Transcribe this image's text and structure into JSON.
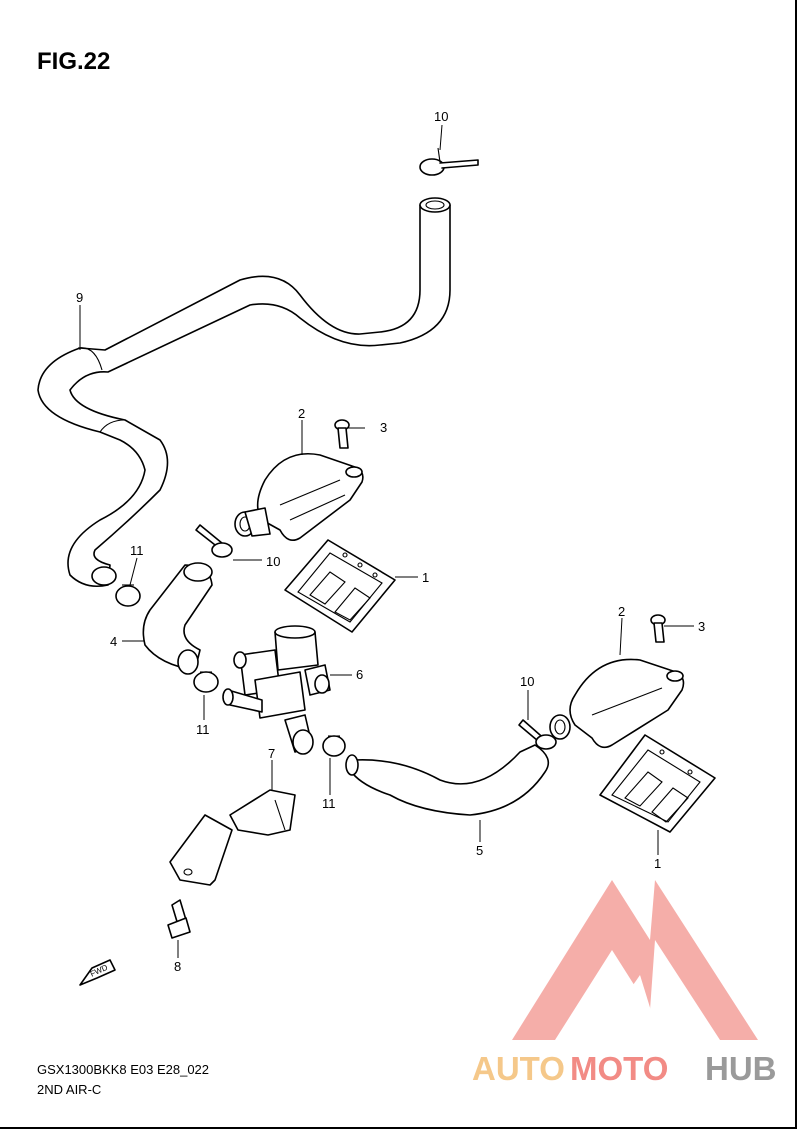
{
  "figure": {
    "title": "FIG.22",
    "model_code": "GSX1300BKK8 E03 E28_022",
    "section_name": "2ND AIR-C"
  },
  "callouts": {
    "c1a": "1",
    "c1b": "1",
    "c2a": "2",
    "c2b": "2",
    "c3a": "3",
    "c3b": "3",
    "c4": "4",
    "c5": "5",
    "c6": "6",
    "c7": "7",
    "c8": "8",
    "c9": "9",
    "c10a": "10",
    "c10b": "10",
    "c10c": "10",
    "c11a": "11",
    "c11b": "11",
    "c11c": "11"
  },
  "fwd_label": "FWD",
  "watermark": {
    "part1": "AUTO",
    "part2": "MOTO",
    "part3": "HUB",
    "colors": {
      "auto": "#f5c88a",
      "moto": "#f28b85",
      "hub": "#9a9a9a",
      "logo": "#f4a09b"
    }
  }
}
